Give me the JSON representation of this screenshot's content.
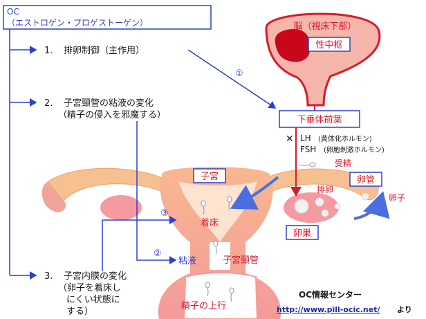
{
  "oc_box": {
    "line1": "OC",
    "line2": "（エストロゲン・プロゲストーゲン）"
  },
  "effects": {
    "item1": {
      "number": "1.",
      "text": "排卵制御（主作用）"
    },
    "item2": {
      "number": "2.",
      "line1": "子宮頸管の粘液の変化",
      "line2": "（精子の侵入を邪魔する）"
    },
    "item3": {
      "number": "3.",
      "line1": "子宮内膜の変化",
      "line2": "（卵子を着床し",
      "line3": "にくい状態に",
      "line4": "する）"
    }
  },
  "brain": {
    "label": "脳（視床下部）",
    "center": "性中枢"
  },
  "pituitary": "下垂体前葉",
  "hormones": {
    "block_mark": "✕",
    "lh": "LH",
    "lh_desc": "(黄体化ホルモン)",
    "fsh": "FSH",
    "fsh_desc": "(卵胞刺激ホルモン)"
  },
  "anatomy": {
    "uterus": "子宮",
    "fallopian_tube": "卵管",
    "ovary": "卵巣",
    "ovum": "卵子",
    "fertilization": "受精",
    "ovulation": "排卵",
    "implantation": "着床",
    "mucus": "粘液",
    "cervical_canal": "子宮頸管",
    "sperm_ascent": "精子の上行"
  },
  "markers": {
    "m1": "①",
    "m2": "②",
    "m3": "③"
  },
  "credit": {
    "name": "OC情報センター",
    "url": "http://www.pill-ocic.net/",
    "suffix": "より"
  },
  "colors": {
    "blue": "#2d3fcf",
    "red": "#d91a2a",
    "uterus_pink": "#f6a8a0",
    "uterus_orange": "#f5b070",
    "brain_fill": "#f7b6ac",
    "brain_dark": "#c8081a"
  }
}
